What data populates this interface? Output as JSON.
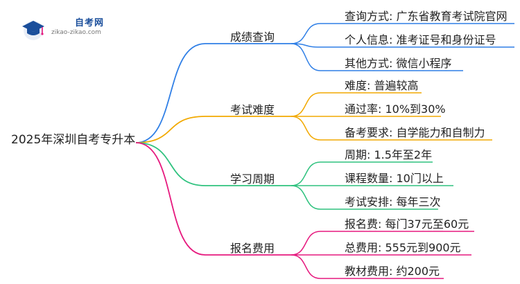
{
  "logo": {
    "title": "自考网",
    "url": "zikao-zikao.com"
  },
  "colors": {
    "blue": "#2f7fe6",
    "orange": "#f2a900",
    "green": "#2ec27e",
    "pink": "#e6197e"
  },
  "root": "2025年深圳自考专升本",
  "branches": [
    {
      "label": "成绩查询",
      "color": "blue",
      "items": [
        "查询方式: 广东省教育考试院官网",
        "个人信息: 准考证号和身份证号",
        "其他方式: 微信小程序"
      ]
    },
    {
      "label": "考试难度",
      "color": "orange",
      "items": [
        "难度: 普遍较高",
        "通过率: 10%到30%",
        "备考要求: 自学能力和自制力"
      ]
    },
    {
      "label": "学习周期",
      "color": "green",
      "items": [
        "周期: 1.5年至2年",
        "课程数量: 10门以上",
        "考试安排: 每年三次"
      ]
    },
    {
      "label": "报名费用",
      "color": "pink",
      "items": [
        "报名费: 每门37元至60元",
        "总费用: 555元到900元",
        "教材费用: 约200元"
      ]
    }
  ]
}
